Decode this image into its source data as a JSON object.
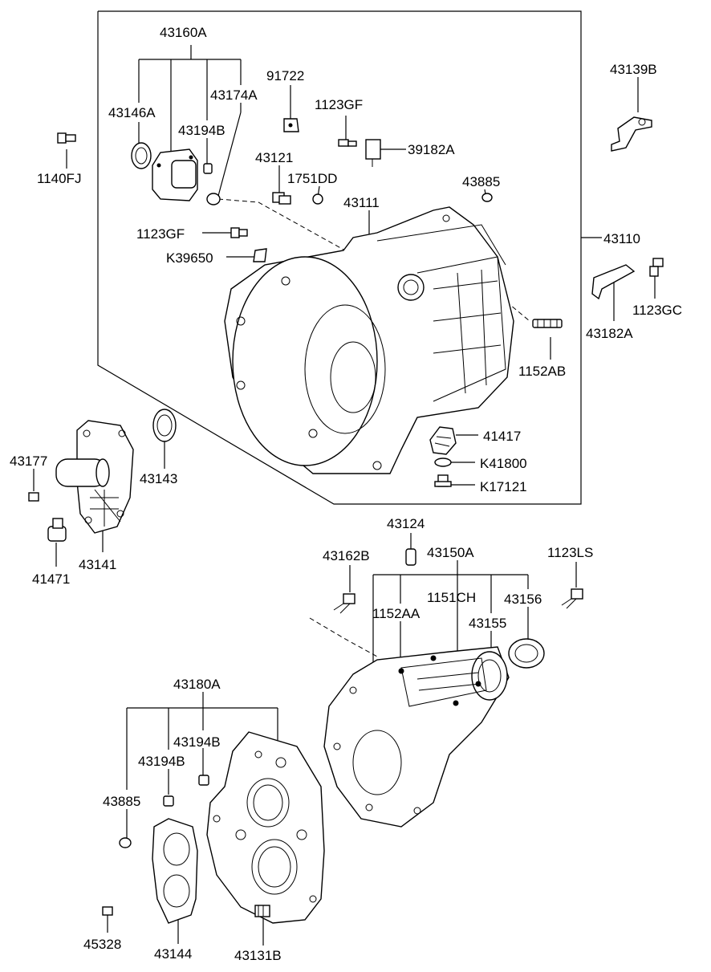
{
  "labels": {
    "l43160A": "43160A",
    "l91722": "91722",
    "l43146A": "43146A",
    "l43174A": "43174A",
    "l1123GF_top": "1123GF",
    "l43194B_top": "43194B",
    "l39182A": "39182A",
    "l43121": "43121",
    "l1751DD": "1751DD",
    "l43885_top": "43885",
    "l43111": "43111",
    "l1140FJ": "1140FJ",
    "l1123GF_mid": "1123GF",
    "lK39650": "K39650",
    "l43110": "43110",
    "l43139B": "43139B",
    "l1123GC": "1123GC",
    "l43182A": "43182A",
    "l1152AB": "1152AB",
    "l41417": "41417",
    "lK41800": "K41800",
    "lK17121": "K17121",
    "l43177": "43177",
    "l43143": "43143",
    "l41471": "41471",
    "l43141": "43141",
    "l43124": "43124",
    "l43162B": "43162B",
    "l43150A": "43150A",
    "l1123LS": "1123LS",
    "l1151CH": "1151CH",
    "l1152AA": "1152AA",
    "l43156": "43156",
    "l43155": "43155",
    "l43180A": "43180A",
    "l43194B_a": "43194B",
    "l43194B_b": "43194B",
    "l43885_bot": "43885",
    "l45328": "45328",
    "l43144": "43144",
    "l43131B": "43131B"
  }
}
